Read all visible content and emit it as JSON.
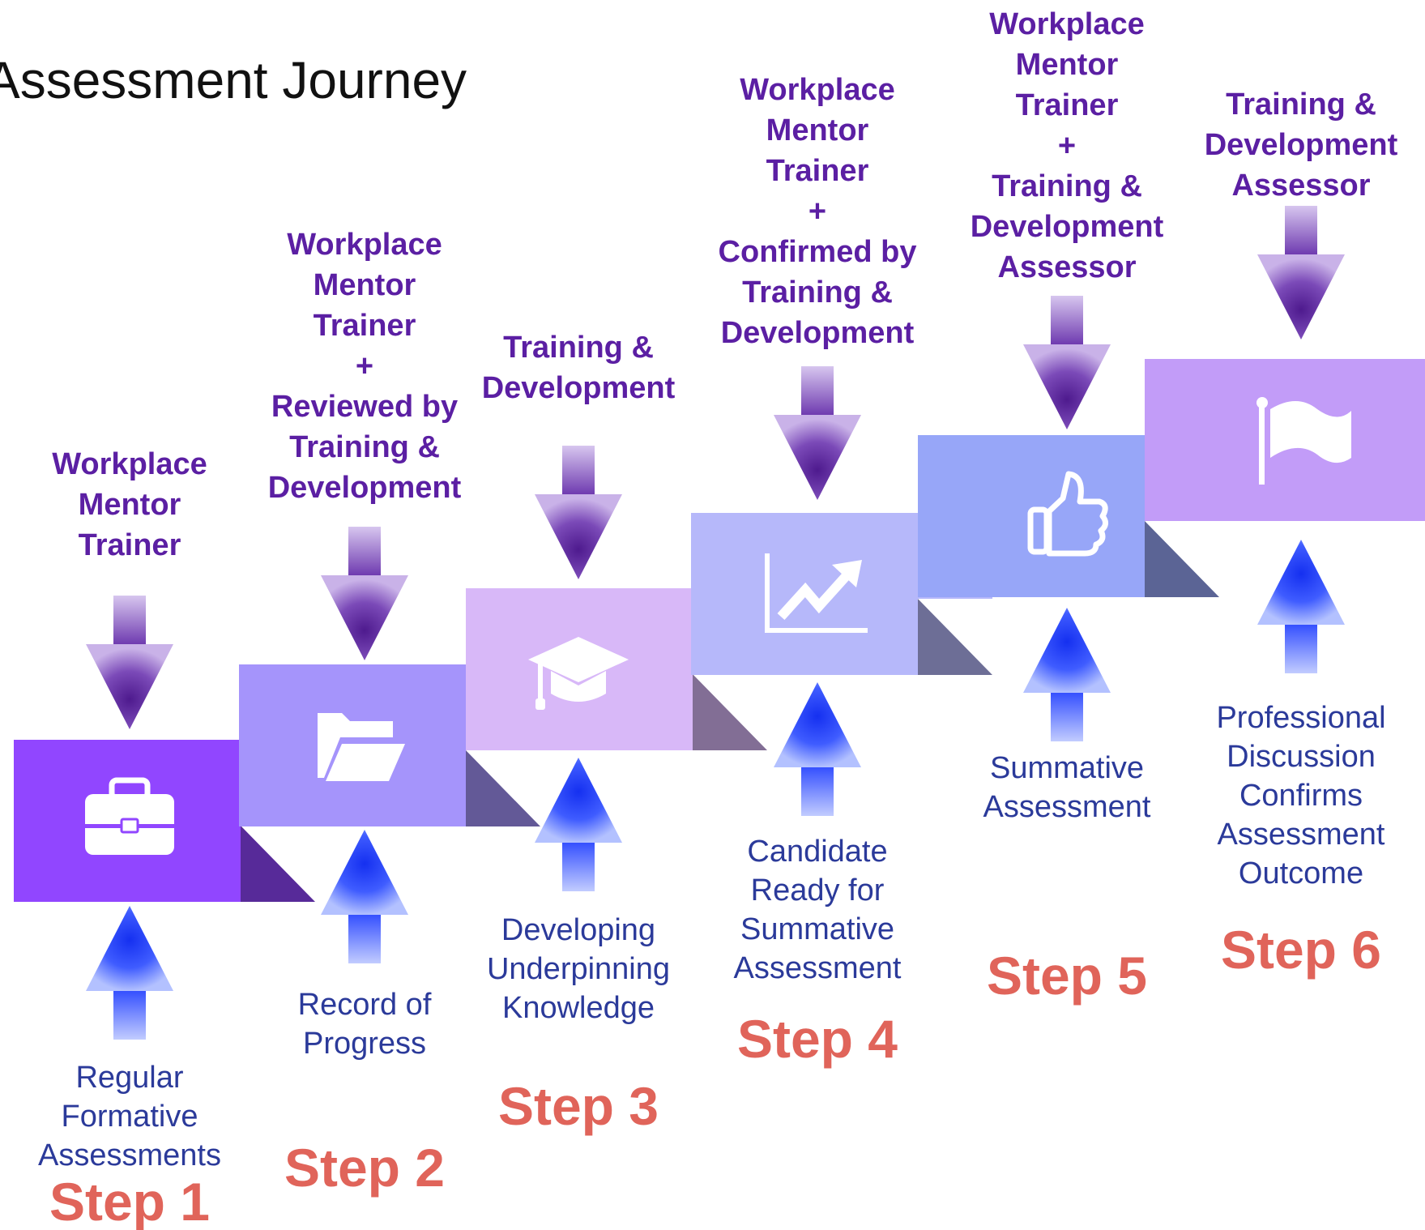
{
  "title": "Assessment Journey",
  "steps": [
    {
      "step": "Step 1",
      "role_lines": [
        "Workplace",
        "Mentor",
        "Trainer"
      ],
      "desc_lines": [
        "Regular",
        "Formative",
        "Assessments"
      ],
      "icon": "briefcase-icon",
      "color": "#9146ff"
    },
    {
      "step": "Step 2",
      "role_lines": [
        "Workplace",
        "Mentor",
        "Trainer",
        "+",
        "Reviewed by",
        "Training &",
        "Development"
      ],
      "desc_lines": [
        "Record of",
        "Progress"
      ],
      "icon": "folder-icon",
      "color": "#a594fb"
    },
    {
      "step": "Step 3",
      "role_lines": [
        "Training &",
        "Development"
      ],
      "desc_lines": [
        "Developing",
        "Underpinning",
        "Knowledge"
      ],
      "icon": "graduation-cap-icon",
      "color": "#d8b8f8"
    },
    {
      "step": "Step 4",
      "role_lines": [
        "Workplace",
        "Mentor",
        "Trainer",
        "+",
        "Confirmed by",
        "Training &",
        "Development"
      ],
      "desc_lines": [
        "Candidate",
        "Ready for",
        "Summative",
        "Assessment"
      ],
      "icon": "trending-up-chart-icon",
      "color": "#b6b8fa"
    },
    {
      "step": "Step 5",
      "role_lines": [
        "Workplace",
        "Mentor",
        "Trainer",
        "+",
        "Training &",
        "Development",
        "Assessor"
      ],
      "desc_lines": [
        "Summative",
        "Assessment"
      ],
      "icon": "thumbs-up-icon",
      "color": "#97a6f8"
    },
    {
      "step": "Step 6",
      "role_lines": [
        "Training &",
        "Development",
        "Assessor"
      ],
      "desc_lines": [
        "Professional",
        "Discussion",
        "Confirms",
        "Assessment",
        "Outcome"
      ],
      "icon": "flag-icon",
      "color": "#c29cf8"
    }
  ]
}
